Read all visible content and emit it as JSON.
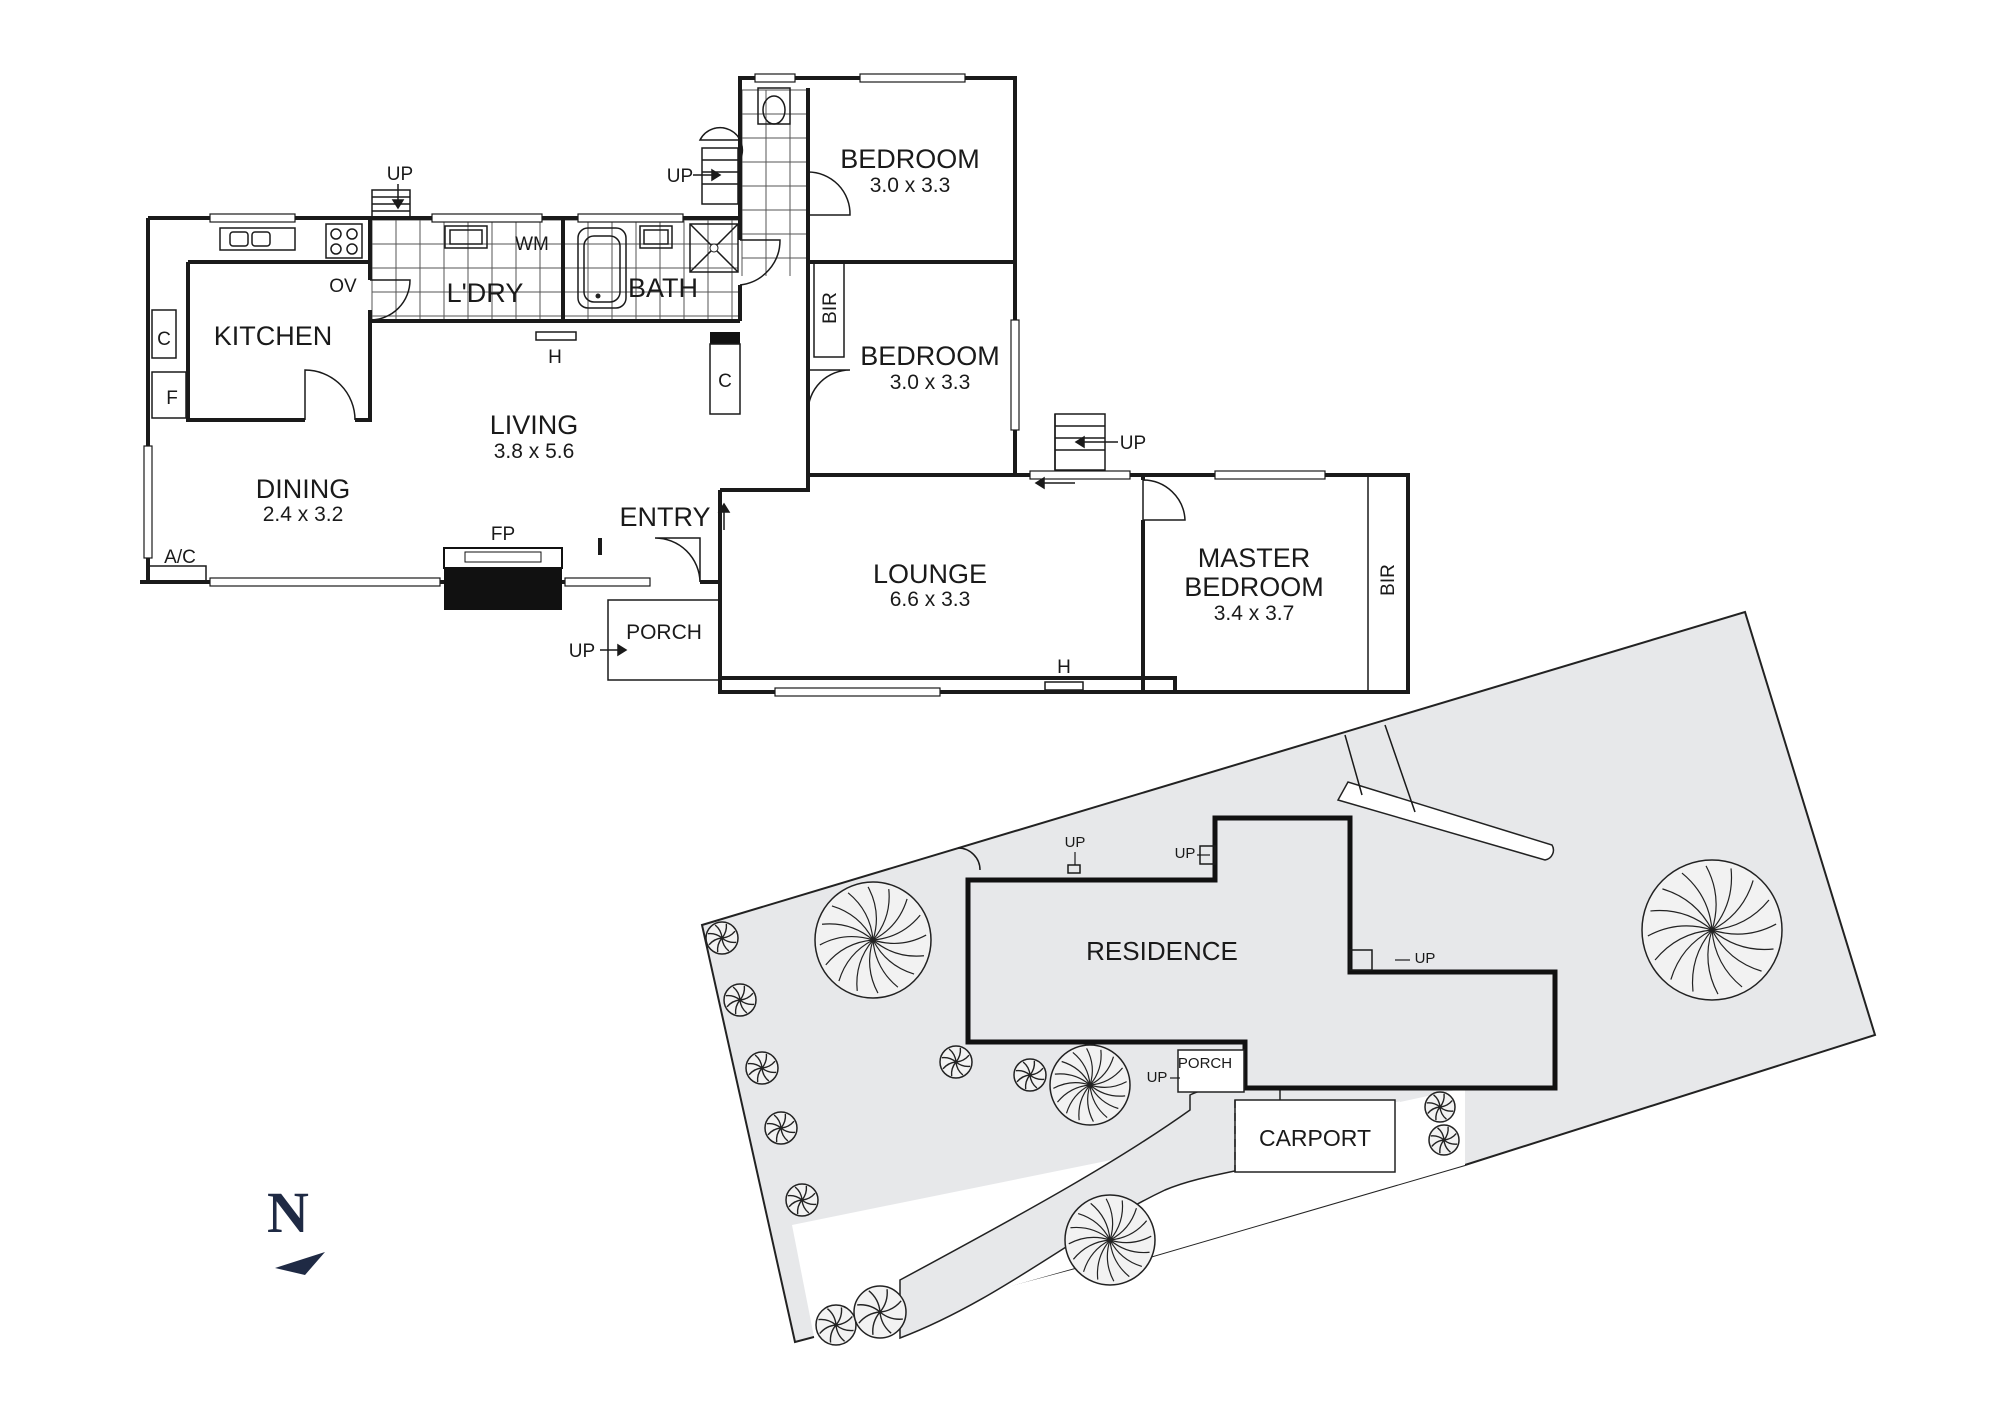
{
  "floorplan": {
    "rooms": [
      {
        "id": "bedroom-2",
        "name": "BEDROOM",
        "dims": "3.0 x 3.3"
      },
      {
        "id": "bedroom-3",
        "name": "BEDROOM",
        "dims": "3.0 x 3.3"
      },
      {
        "id": "kitchen",
        "name": "KITCHEN"
      },
      {
        "id": "laundry",
        "name": "L'DRY"
      },
      {
        "id": "bath",
        "name": "BATH"
      },
      {
        "id": "living",
        "name": "LIVING",
        "dims": "3.8 x 5.6"
      },
      {
        "id": "dining",
        "name": "DINING",
        "dims": "2.4 x 3.2"
      },
      {
        "id": "entry",
        "name": "ENTRY"
      },
      {
        "id": "lounge",
        "name": "LOUNGE",
        "dims": "6.6 x 3.3"
      },
      {
        "id": "master",
        "name_line1": "MASTER",
        "name_line2": "BEDROOM",
        "dims": "3.4 x 3.7"
      },
      {
        "id": "porch",
        "name": "PORCH"
      }
    ],
    "fixtures": {
      "ov": "OV",
      "wm": "WM",
      "c_kitchen": "C",
      "f": "F",
      "c_hall": "C",
      "h_living": "H",
      "h_lounge": "H",
      "bir_1": "BIR",
      "bir_2": "BIR",
      "fp": "FP",
      "ac": "A/C"
    },
    "stairs": {
      "up_laundry": "UP",
      "up_bath": "UP",
      "up_side": "UP",
      "up_porch": "UP"
    }
  },
  "siteplan": {
    "residence": "RESIDENCE",
    "carport": "CARPORT",
    "porch": "PORCH",
    "up_top_left": "UP",
    "up_top_right": "UP",
    "up_side": "UP",
    "up_porch": "UP"
  },
  "compass": {
    "letter": "N"
  }
}
